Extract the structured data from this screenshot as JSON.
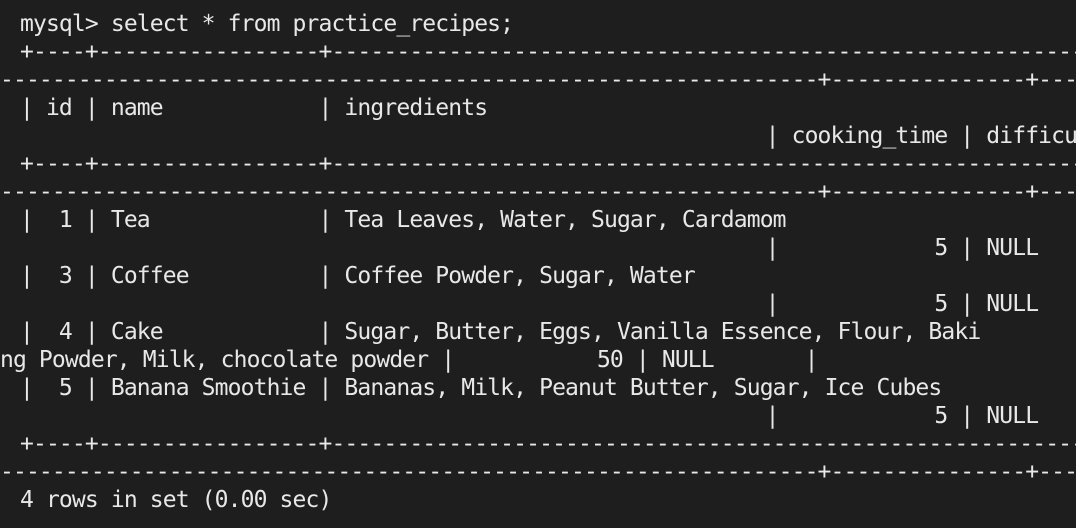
{
  "terminal": {
    "prompt_line": "mysql> select * from practice_recipes;",
    "separator_a": "+----+-----------------+--------------------------------------------------------------------------",
    "separator_b": "---------------------------------------------------------------+---------------+-----------+",
    "header_a": "| id | name            | ingredients",
    "header_b": "                                                           | cooking_time | difficulty |",
    "rows": [
      {
        "a": "|  1 | Tea             | Tea Leaves, Water, Sugar, Cardamom",
        "b": "                                                           |            5 | NULL       |"
      },
      {
        "a": "|  3 | Coffee          | Coffee Powder, Sugar, Water",
        "b": "                                                           |            5 | NULL       |"
      },
      {
        "a": "|  4 | Cake            | Sugar, Butter, Eggs, Vanilla Essence, Flour, Baki",
        "b": "ng Powder, Milk, chocolate powder |           50 | NULL       |"
      },
      {
        "a": "|  5 | Banana Smoothie | Bananas, Milk, Peanut Butter, Sugar, Ice Cubes",
        "b": "                                                           |            5 | NULL       |"
      }
    ],
    "footer": "4 rows in set (0.00 sec)"
  }
}
